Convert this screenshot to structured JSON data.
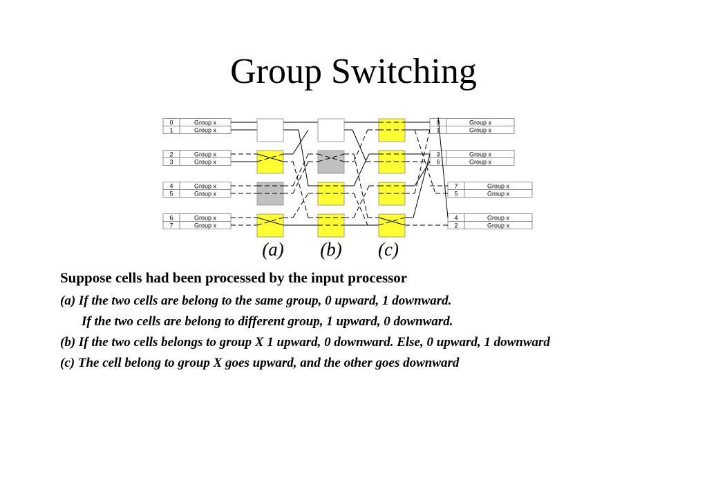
{
  "title": "Group Switching",
  "stages": [
    "(a)",
    "(b)",
    "(c)"
  ],
  "inputs": [
    {
      "port": "0",
      "label": "Group x"
    },
    {
      "port": "1",
      "label": "Group x"
    },
    {
      "port": "2",
      "label": "Group x"
    },
    {
      "port": "3",
      "label": "Group x"
    },
    {
      "port": "4",
      "label": "Group x"
    },
    {
      "port": "5",
      "label": "Group x"
    },
    {
      "port": "6",
      "label": "Group x"
    },
    {
      "port": "7",
      "label": "Group x"
    }
  ],
  "outputs": [
    {
      "port": "0",
      "label": "Group x"
    },
    {
      "port": "1",
      "label": "Group x"
    },
    {
      "port": "3",
      "label": "Group x"
    },
    {
      "port": "6",
      "label": "Group x"
    },
    {
      "port": "7",
      "label": "Group x"
    },
    {
      "port": "5",
      "label": "Group x"
    },
    {
      "port": "4",
      "label": "Group x"
    },
    {
      "port": "2",
      "label": "Group x"
    }
  ],
  "colors": {
    "active": "#ffff33",
    "blocked": "#c0c0c0",
    "empty": "#ffffff"
  },
  "switch_states": {
    "a": [
      "empty",
      "active",
      "blocked",
      "active"
    ],
    "b": [
      "empty",
      "blocked",
      "active",
      "active"
    ],
    "c": [
      "active",
      "active",
      "active",
      "active"
    ]
  },
  "text": {
    "heading": "Suppose cells had been processed by the input processor",
    "line_a1": "(a) If the two cells are belong to the same group, 0 upward, 1 downward.",
    "line_a2": "If the two cells are belong to different group, 1 upward, 0 downward.",
    "line_b": "(b) If the two cells belongs to group X 1 upward, 0 downward. Else, 0 upward, 1 downward",
    "line_c": "(c) The cell belong to group X goes upward, and the other goes downward"
  }
}
